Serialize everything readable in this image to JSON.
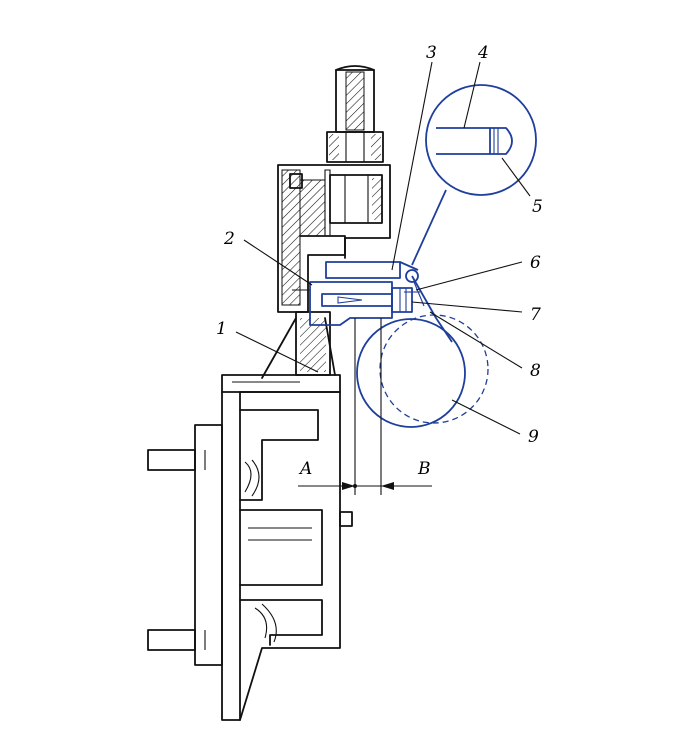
{
  "diagram": {
    "labels": {
      "part1": "1",
      "part2": "2",
      "part3": "3",
      "part4": "4",
      "part5": "5",
      "part6": "6",
      "part7": "7",
      "part8": "8",
      "part9": "9",
      "dimA": "A",
      "dimB": "B"
    },
    "colors": {
      "line": "#111111",
      "highlight": "#1f3f9c"
    }
  }
}
